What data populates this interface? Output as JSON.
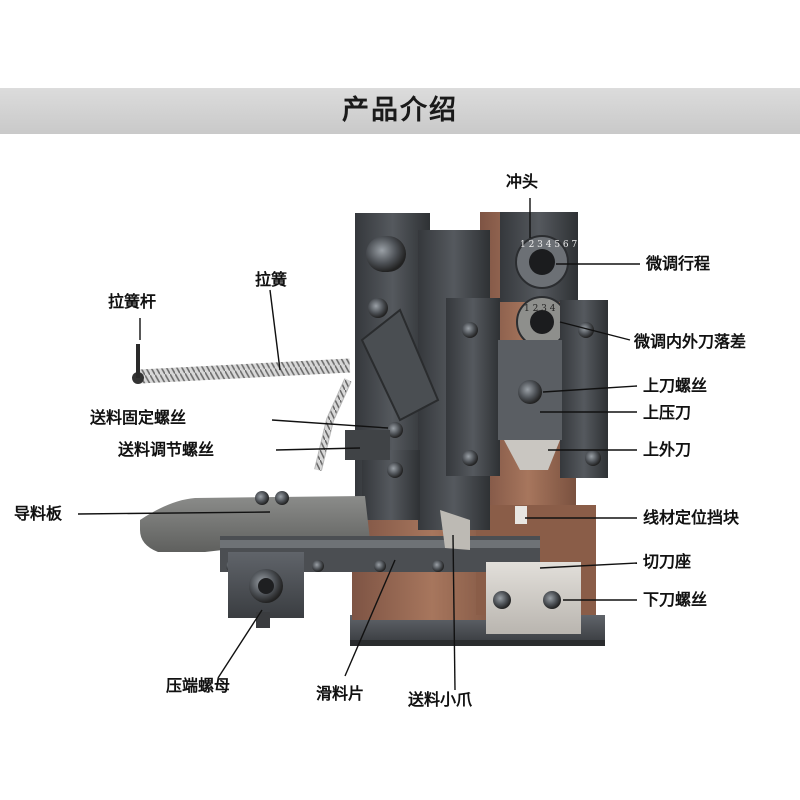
{
  "header": {
    "title": "产品介绍",
    "banner_color": "#d3d3d3"
  },
  "labels": {
    "punch": "冲头",
    "fine_stroke": "微调行程",
    "fine_blade_diff": "微调内外刀落差",
    "upper_blade_screw": "上刀螺丝",
    "upper_press_blade": "上压刀",
    "upper_outer_blade": "上外刀",
    "wire_stop_block": "线材定位挡块",
    "cutter_seat": "切刀座",
    "lower_blade_screw": "下刀螺丝",
    "spring_lever": "拉簧杆",
    "spring": "拉簧",
    "feed_fix_screw": "送料固定螺丝",
    "feed_adjust_screw": "送料调节螺丝",
    "guide_plate": "导料板",
    "crimp_nut": "压端螺母",
    "slide_plate": "滑料片",
    "feed_claw": "送料小爪"
  },
  "dial_marks": {
    "upper_dial": "1 2 3 4 5 6 7",
    "lower_dial": "1 2 3 4"
  },
  "colors": {
    "steel_dark": "#3f4347",
    "steel_mid": "#5d6166",
    "copper": "#9a6a52",
    "aluminum": "#c9c6c1",
    "leader": "#111111"
  }
}
